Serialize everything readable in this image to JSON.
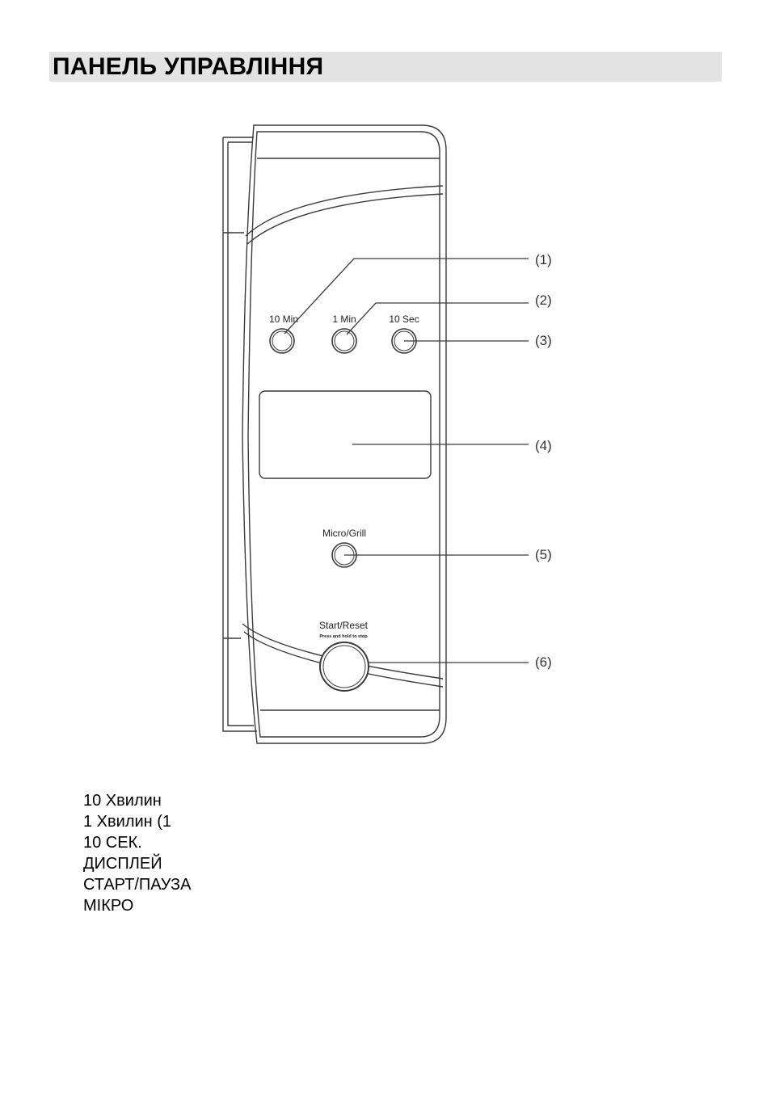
{
  "page": {
    "title": "ПАНЕЛЬ УПРАВЛІННЯ"
  },
  "diagram": {
    "button_labels": {
      "min10": "10 Min",
      "min1": "1 Min",
      "sec10": "10 Sec",
      "micro_grill": "Micro/Grill",
      "start_reset": "Start/Reset",
      "start_reset_sub": "Press and hold to stop"
    },
    "callouts": [
      "(1)",
      "(2)",
      "(3)",
      "(4)",
      "(5)",
      "(6)"
    ]
  },
  "legend": {
    "items": [
      "10 Хвилин",
      "1 Хвилин (1",
      "10 СЕК.",
      "ДИСПЛЕЙ",
      "СТАРТ/ПАУЗА",
      "МІКРО"
    ]
  },
  "colors": {
    "title_background": "#e3e3e3",
    "line": "#3a3a3a"
  }
}
